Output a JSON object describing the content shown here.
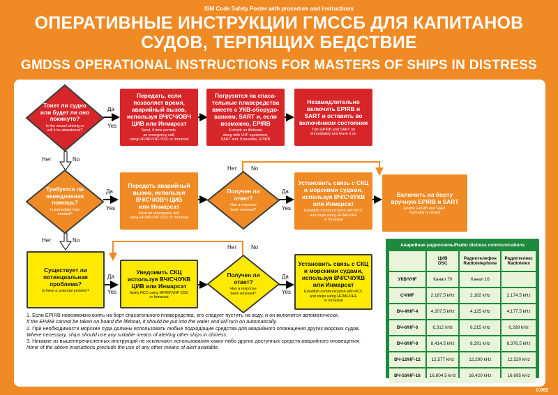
{
  "header": {
    "topline": "ISM Code Safety Poster with procedure and instructions",
    "title_ru": "ОПЕРАТИВНЫЕ ИНСТРУКЦИИ ГМССБ ДЛЯ КАПИТАНОВ СУДОВ, ТЕРПЯЩИХ БЕДСТВИЕ",
    "title_en": "GMDSS OPERATIONAL INSTRUCTIONS FOR MASTERS OF SHIPS IN DISTRESS"
  },
  "colors": {
    "orange": "#f08a24",
    "red": "#d7262a",
    "yellow": "#ffea00",
    "green": "#1e8a3e"
  },
  "flow": {
    "q1": {
      "ru": "Тонет ли судно\nили будет ли оно\nпокинуто?",
      "en": "Is the vessel sinking or\nwill it be abandoned?"
    },
    "b1": {
      "ru": "Передать, если\nпозволяет время,\nаварийный вызов,\nиспользуя ВЧ/СЧ/ОВЧ\nЦИВ или Инмарсат",
      "en": "Send, if time permits,\nan emergency call,\nusing HF/MF/VHF DSC or Inmarsat"
    },
    "b2": {
      "ru": "Погрузится на спаса-\nтельные плавсредства\nвместе с УКВ-оборудо-\nванием, SART и, если\nвозможно, EPIRB",
      "en": "Embark on lifeboats\nalong with VHF equipment,\nSART and, if possible, EPIRB"
    },
    "b3": {
      "ru": "Незамедлительно\nвключить EPIRB и\nSART и оставить во\nвключённом состоянии",
      "en": "Turn EPIRB and SART on\nimmediately and leave it on"
    },
    "q2": {
      "ru": "Требуется ли\nнемедленная\nпомощь?",
      "en": "Is immediate help\nneeded?"
    },
    "b4": {
      "ru": "Передать аварийный\nвызов, используя\nВЧ/СЧ/ОВЧ ЦИВ\nили Инмарсат",
      "en": "Send an emergency call,\nusing HF/MF/VHF DSC or Inmarsat"
    },
    "q3": {
      "ru": "Получен ли\nответ?",
      "en": "Has a response\nbeen received?"
    },
    "b5": {
      "ru": "Установить связь с СКЦ\nи морскими судами,\nиспользуя ВЧ/СЧ/УКВ\nили Инмарсат",
      "en": "Establish communication with RCC\nand ships using HF/MF/VHF\nor Inmarsat"
    },
    "b6": {
      "ru": "Включить на борту\nвручную EPIRB и SART",
      "en": "Enable EPIRB and SART\nmanually on board"
    },
    "q4": {
      "ru": "Существует ли\nпотенциальная\nпроблема?",
      "en": "Is there a potential problem?"
    },
    "b7": {
      "ru": "Уведомить СКЦ\nиспользуя ВЧ/СЧ/УКВ\nЦИВ или Инмарсат",
      "en": "Notify RCC using HF/MF/VHF DSC\nor Inmarsat"
    },
    "q5": {
      "ru": "Получен ли\nответ?",
      "en": "Has a response\nbeen received?"
    },
    "b8": {
      "ru": "Установить связь с СКЦ\nи морскими судами,\nиспользуя ВЧ/СЧ/УКВ\nили Инмарсат",
      "en": "Establish communication with RCC\nand ships using HF/MF/VHF\nor Inmarsat"
    },
    "yes_ru": "Да",
    "yes_en": "Yes",
    "no_ru": "Нет",
    "no_en": "No"
  },
  "notes": [
    {
      "text": "1. Если EPIRB невозможно взять на борт спасательного плавсредства, его следует пустить на воду, и он включится автоматически.",
      "italic": false
    },
    {
      "text": "If the EPIRB cannot be taken on board the lifeboat, it should be put into the water and will turn on automatically.",
      "italic": true
    },
    {
      "text": "2. При необходимости морские суда должны использовать любые подходящие средства для аварийного оповещения других морских судов.",
      "italic": false
    },
    {
      "text": "Where necessary, ships should use any suitable means of alerting other ships in distress.",
      "italic": true
    },
    {
      "text": "3. Никакие из вышеперечисленных инструкций не исключают использования каких-либо других доступных средств аварийного оповещения.",
      "italic": false
    },
    {
      "text": "None of the above instructions preclude the use of any other means of alert available.",
      "italic": true
    }
  ],
  "radio": {
    "title": "Аварийная радиосвязь/Radio distress communications",
    "headers": [
      "",
      "ЦИВ\nDSC",
      "Радиотелефон\nRadiotelephone",
      "Радиотелекс\nRadiotelex"
    ],
    "rows": [
      [
        "УКВ/VHF",
        "Канал 70",
        "Канал 16",
        ""
      ],
      [
        "СЧ/MF",
        "2,187.5 kHz",
        "2,182 kHz",
        "2,174.5 kHz"
      ],
      [
        "ВЧ-4/HF-4",
        "4,207.5 kHz",
        "4,125 kHz",
        "4,177.5 kHz"
      ],
      [
        "ВЧ-6/HF-6",
        "6,312 kHz",
        "6,215 kHz",
        "6,268 kHz"
      ],
      [
        "ВЧ-8/HF-8",
        "8,414.5 kHz",
        "8,291 kHz",
        "8,376.5 kHz"
      ],
      [
        "ВЧ-12/HF-12",
        "12,577 kHz",
        "12,290 kHz",
        "12,520 kHz"
      ],
      [
        "ВЧ-16/HF-16",
        "16,804.5 kHz",
        "16,420 kHz",
        "16,695 kHz"
      ]
    ]
  },
  "code": "0.062"
}
